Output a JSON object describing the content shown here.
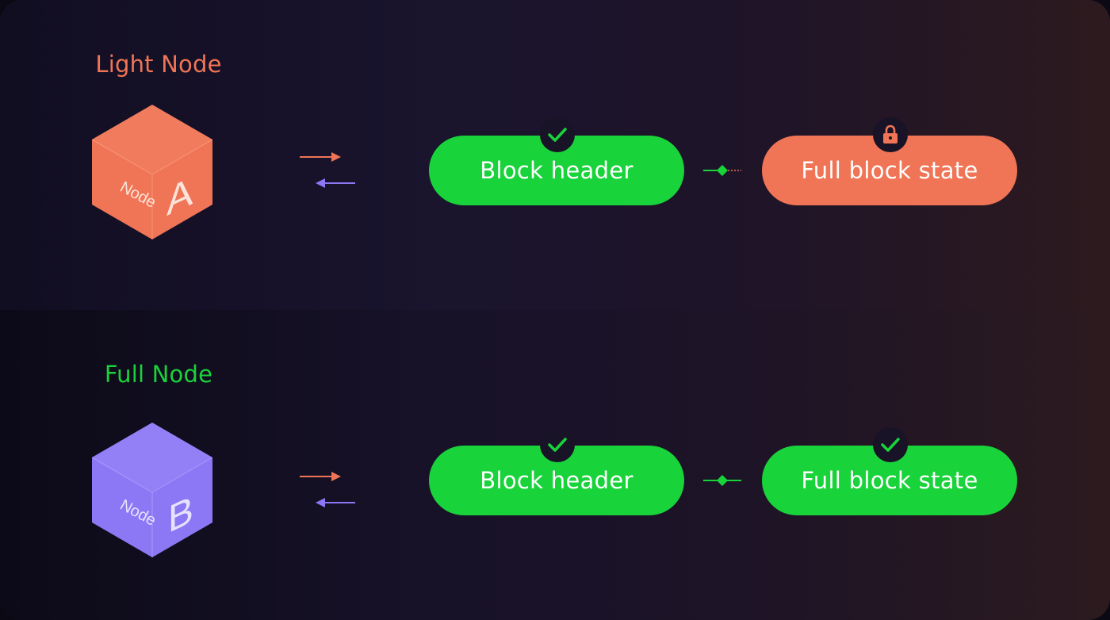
{
  "colors": {
    "light_accent": "#f07556",
    "full_accent": "#19d33a",
    "node_b_color": "#8c78f4",
    "arrow_out": "#f07556",
    "arrow_in": "#8c78f4"
  },
  "light_node": {
    "title": "Light Node",
    "cube": {
      "side_text": "Node",
      "letter": "A"
    },
    "block_header": {
      "label": "Block header",
      "status_icon": "check-icon"
    },
    "full_block_state": {
      "label": "Full block state",
      "status_icon": "lock-icon"
    },
    "connector": "partial-link"
  },
  "full_node": {
    "title": "Full Node",
    "cube": {
      "side_text": "Node",
      "letter": "B"
    },
    "block_header": {
      "label": "Block header",
      "status_icon": "check-icon"
    },
    "full_block_state": {
      "label": "Full block state",
      "status_icon": "check-icon"
    },
    "connector": "full-link"
  }
}
